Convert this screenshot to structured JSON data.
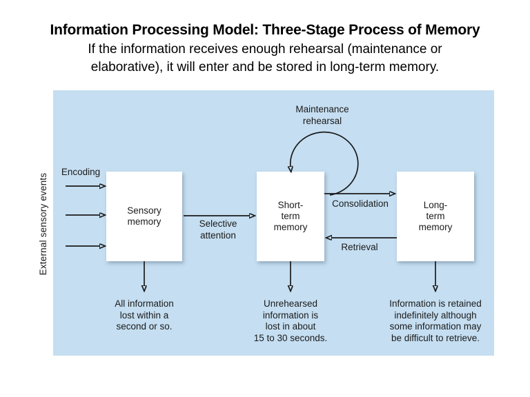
{
  "slide": {
    "title": "Information Processing Model: Three-Stage Process of Memory",
    "subtitle": "If the information receives enough rehearsal (maintenance or\nelaborative), it will enter and be stored in long-term memory."
  },
  "diagram": {
    "colors": {
      "panel_background": "#c5def1",
      "box_fill": "#ffffff",
      "line_and_text": "#1a1a1a"
    },
    "side_label": "External sensory events",
    "labels": {
      "encoding": "Encoding",
      "selective_attention": "Selective\nattention",
      "maintenance_rehearsal": "Maintenance\nrehearsal",
      "consolidation": "Consolidation",
      "retrieval": "Retrieval"
    },
    "stages": [
      {
        "name": "Sensory\nmemory",
        "note": "All information\nlost within a\nsecond or so."
      },
      {
        "name": "Short-\nterm\nmemory",
        "note": "Unrehearsed\ninformation is\nlost in about\n15 to 30 seconds."
      },
      {
        "name": "Long-\nterm\nmemory",
        "note": "Information is retained\nindefinitely although\nsome information may\nbe difficult to retrieve."
      }
    ]
  }
}
